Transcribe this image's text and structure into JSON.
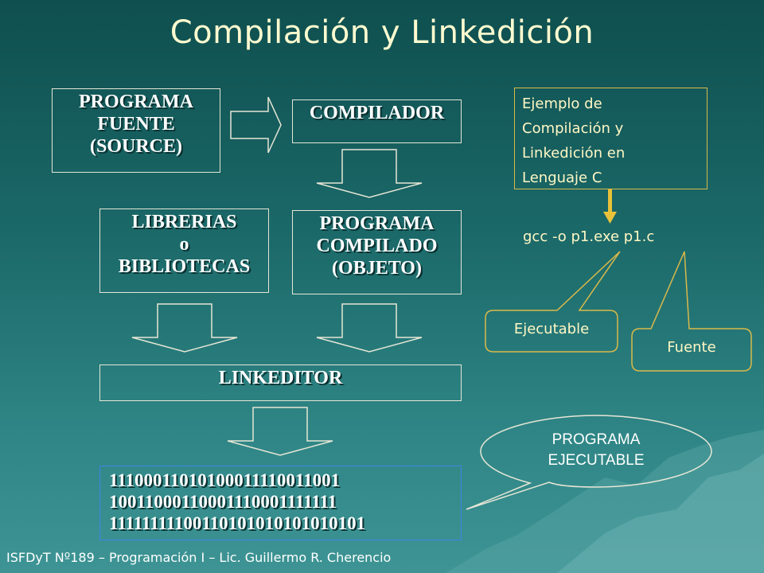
{
  "title": "Compilación y Linkedición",
  "boxes": {
    "source": [
      "PROGRAMA",
      "FUENTE",
      "(SOURCE)"
    ],
    "compiler": [
      "COMPILADOR"
    ],
    "libraries": [
      "LIBRERIAS",
      "o",
      "BIBLIOTECAS"
    ],
    "object": [
      "PROGRAMA",
      "COMPILADO",
      "(OBJETO)"
    ],
    "linker": [
      "LINKEDITOR"
    ]
  },
  "example": {
    "lines": [
      "Ejemplo de",
      "Compilación y",
      "Linkedición en",
      "Lenguaje C"
    ],
    "command": "gcc -o p1.exe p1.c",
    "executable_label": "Ejecutable",
    "source_label": "Fuente"
  },
  "binary_lines": [
    "11100011010100011110011001",
    "10011000110001110001111111",
    "11111111100110101010101010101"
  ],
  "output_callout": [
    "PROGRAMA",
    "EJECUTABLE"
  ],
  "footer": "ISFDyT Nº189 – Programación I – Lic. Guillermo R. Cherencio",
  "colors": {
    "background_top": "#0f4f4f",
    "background_bottom": "#3e9494",
    "title": "#fffbd0",
    "example_text": "#fff7c4",
    "example_border": "#d9b94a",
    "binary_border": "#3a86e8"
  }
}
